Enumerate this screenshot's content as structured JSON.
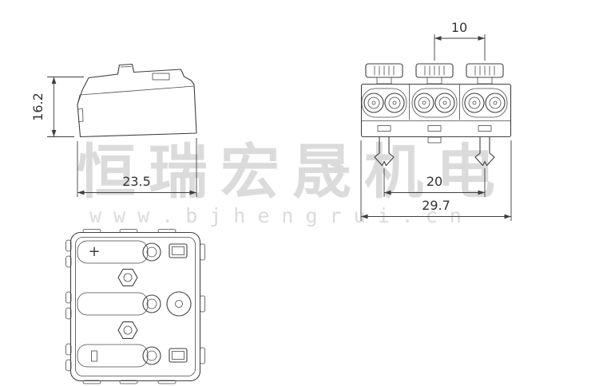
{
  "style": {
    "background": "#ffffff",
    "line_color": "#3f3f3f",
    "watermark_color": "#dbdbdb"
  },
  "watermark": {
    "brand": "恒瑞宏晟机电",
    "url": "www.bjhengrui.cn"
  },
  "dimensions": {
    "side_height": "16.2",
    "side_width": "23.5",
    "front_pitch": "10",
    "front_inner_width": "20",
    "front_overall_width": "29.7"
  },
  "markings": {
    "polarity_plus": "+"
  }
}
